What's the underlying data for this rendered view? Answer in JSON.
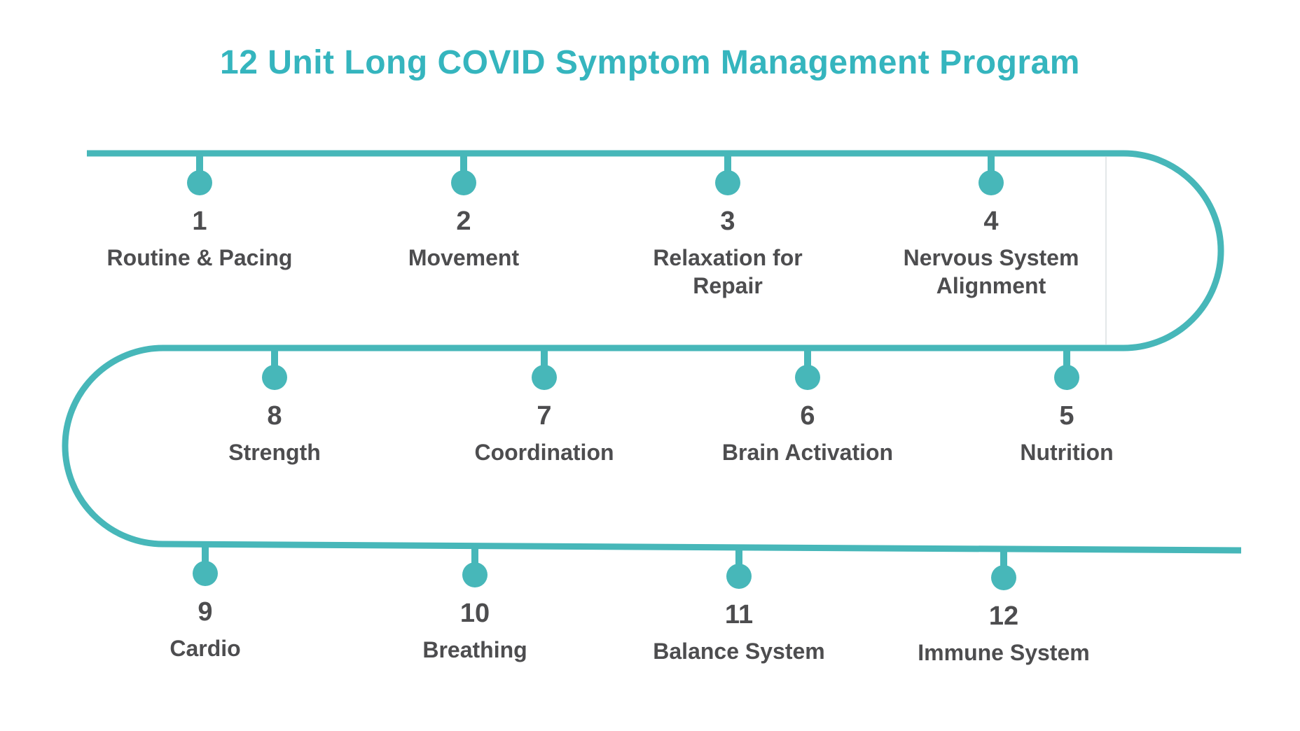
{
  "title": "12 Unit Long COVID Symptom Management Program",
  "colors": {
    "title_teal": "#35b5be",
    "line_teal": "#47b7b9",
    "text_gray": "#4d4d4f",
    "seam_gray": "#e4e7e9"
  },
  "units": [
    {
      "number": "1",
      "lines": [
        "Routine & Pacing"
      ]
    },
    {
      "number": "2",
      "lines": [
        "Movement"
      ]
    },
    {
      "number": "3",
      "lines": [
        "Relaxation for",
        "Repair"
      ]
    },
    {
      "number": "4",
      "lines": [
        "Nervous System",
        "Alignment"
      ]
    },
    {
      "number": "5",
      "lines": [
        "Nutrition"
      ]
    },
    {
      "number": "6",
      "lines": [
        "Brain Activation"
      ]
    },
    {
      "number": "7",
      "lines": [
        "Coordination"
      ]
    },
    {
      "number": "8",
      "lines": [
        "Strength"
      ]
    },
    {
      "number": "9",
      "lines": [
        "Cardio"
      ]
    },
    {
      "number": "10",
      "lines": [
        "Breathing"
      ]
    },
    {
      "number": "11",
      "lines": [
        "Balance System"
      ]
    },
    {
      "number": "12",
      "lines": [
        "Immune System"
      ]
    }
  ]
}
